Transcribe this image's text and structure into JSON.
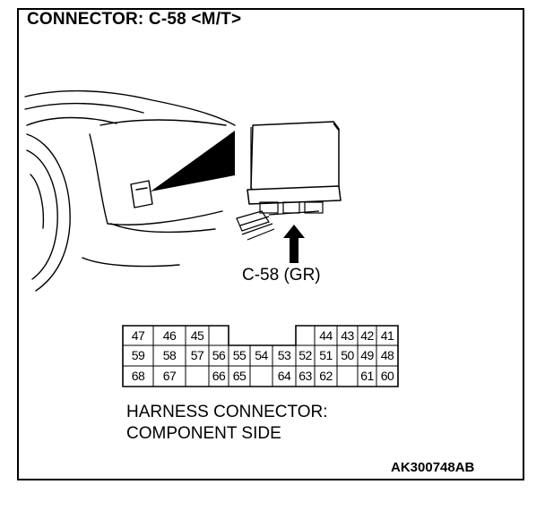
{
  "title": "CONNECTOR: C-58 <M/T>",
  "connector_label": "C-58 (GR)",
  "harness_lines": [
    "HARNESS CONNECTOR:",
    "COMPONENT SIDE"
  ],
  "figure_code": "AK300748AB",
  "pins": {
    "row1": [
      "47",
      "46",
      "45",
      "",
      "44",
      "43",
      "42",
      "41"
    ],
    "row2": [
      "59",
      "58",
      "57",
      "56",
      "55",
      "54",
      "53",
      "52",
      "51",
      "50",
      "49",
      "48"
    ],
    "row3": [
      "68",
      "67",
      "",
      "66",
      "65",
      "",
      "64",
      "63",
      "62",
      "",
      "61",
      "60"
    ]
  }
}
